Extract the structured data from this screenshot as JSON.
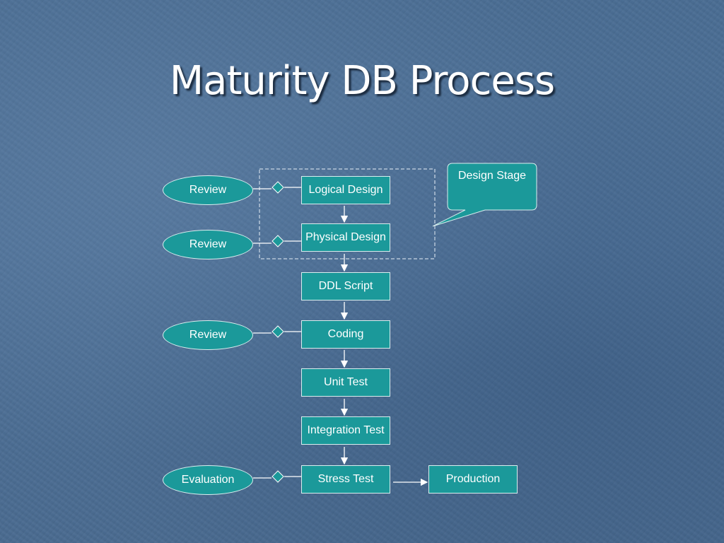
{
  "title": "Maturity DB Process",
  "colors": {
    "node_fill": "#1b999a",
    "background": "#4e7198",
    "text": "#ffffff"
  },
  "flow": {
    "logical_design": "Logical Design",
    "physical_design": "Physical Design",
    "ddl_script": "DDL Script",
    "coding": "Coding",
    "unit_test": "Unit Test",
    "integration_test": "Integration Test",
    "stress_test": "Stress Test",
    "production": "Production"
  },
  "checks": {
    "review_1": "Review",
    "review_2": "Review",
    "review_3": "Review",
    "evaluation": "Evaluation"
  },
  "callout": {
    "label": "Design Stage"
  }
}
